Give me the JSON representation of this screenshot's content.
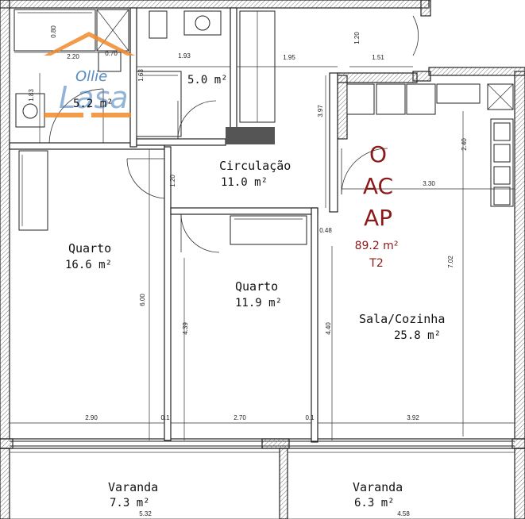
{
  "rooms": {
    "wc_small": {
      "name": "",
      "area": "5.0 m²"
    },
    "wc_large": {
      "name": "",
      "area": "5.2 m²"
    },
    "circulacao": {
      "name": "Circulação",
      "area": "11.0 m²"
    },
    "quarto1": {
      "name": "Quarto",
      "area": "16.6 m²"
    },
    "quarto2": {
      "name": "Quarto",
      "area": "11.9 m²"
    },
    "sala": {
      "name": "Sala/Cozinha",
      "area": "25.8 m²"
    },
    "varanda1": {
      "name": "Varanda",
      "area": "7.3 m²"
    },
    "varanda2": {
      "name": "Varanda",
      "area": "6.3 m²"
    }
  },
  "stamp": {
    "line1": "O",
    "line2": "AC",
    "line3": "AP",
    "area": "89.2 m²",
    "type": "T2"
  },
  "logo": {
    "text_top": "Ollie",
    "text_main": "Lasa"
  },
  "dimensions": {
    "d080": "0.80",
    "d220": "2.20",
    "d070": "0.70",
    "d193": "1.93",
    "d195": "1.95",
    "d120a": "1.20",
    "d151": "1.51",
    "d183": "1.83",
    "d163": "1.63",
    "d397": "3.97",
    "d240": "2.40",
    "d330": "3.30",
    "d120b": "1.20",
    "d048": "0.48",
    "d702": "7.02",
    "d600": "6.00",
    "d439": "4.39",
    "d440": "4.40",
    "d290": "2.90",
    "d01a": "0.1",
    "d270": "2.70",
    "d01b": "0.1",
    "d392": "3.92",
    "d532": "5.32",
    "d458": "4.58"
  },
  "colors": {
    "stamp": "#8b1a1a",
    "logo_orange": "#f08a2c",
    "logo_blue": "#3b78b8"
  }
}
